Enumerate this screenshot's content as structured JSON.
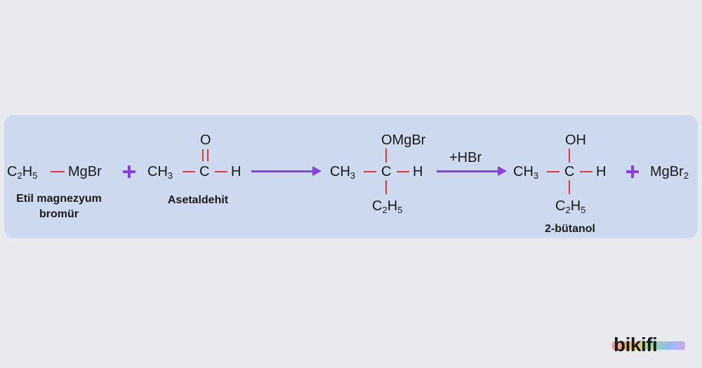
{
  "reaction": {
    "reactant1": {
      "left": "C",
      "left_sub": "2",
      "left2": "H",
      "left2_sub": "5",
      "right": "MgBr",
      "label_line1": "Etil magnezyum",
      "label_line2": "bromür"
    },
    "reactant2": {
      "ch3": "CH",
      "ch3_sub": "3",
      "carbon": "C",
      "oxygen": "O",
      "hydrogen": "H",
      "label": "Asetaldehit"
    },
    "intermediate": {
      "ch3": "CH",
      "ch3_sub": "3",
      "carbon": "C",
      "top": "OMgBr",
      "hydrogen": "H",
      "bottom": "C",
      "bottom_sub": "2",
      "bottom2": "H",
      "bottom2_sub": "5"
    },
    "reagent": "+HBr",
    "product": {
      "ch3": "CH",
      "ch3_sub": "3",
      "carbon": "C",
      "top": "OH",
      "hydrogen": "H",
      "bottom": "C",
      "bottom_sub": "2",
      "bottom2": "H",
      "bottom2_sub": "5",
      "label": "2-bütanol"
    },
    "byproduct": {
      "text": "MgBr",
      "sub": "2"
    }
  },
  "brand": {
    "name": "bikifi"
  },
  "colors": {
    "bond": "#e23a3a",
    "accent": "#8a3ee6",
    "panel": "#cdd9ee"
  }
}
